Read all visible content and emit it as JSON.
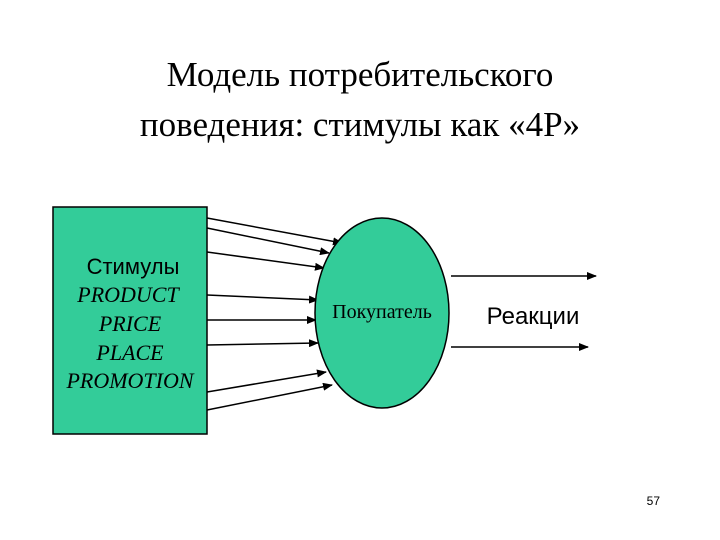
{
  "slide": {
    "title_line1": "Модель потребительского",
    "title_line2": "поведения: стимулы как «4P»",
    "page_number": "57"
  },
  "diagram": {
    "stimuli_box": {
      "heading": "Стимулы",
      "items": [
        "PRODUCT",
        "PRICE",
        "PLACE",
        "PROMOTION"
      ],
      "fill": "#33cc99"
    },
    "buyer": {
      "label": "Покупатель",
      "fill": "#33cc99"
    },
    "reactions": {
      "label": "Реакции"
    },
    "stroke": "#000000"
  }
}
